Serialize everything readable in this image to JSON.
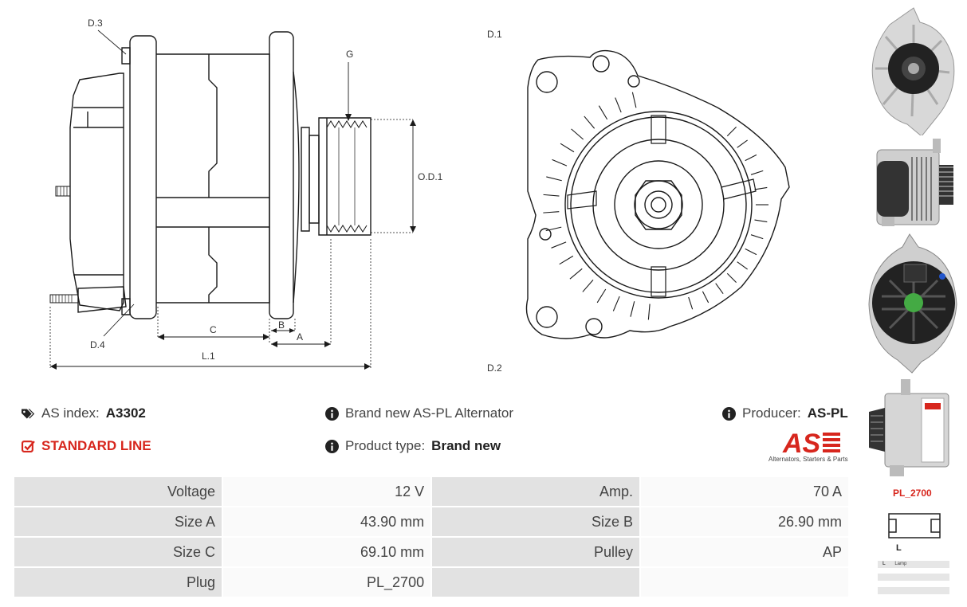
{
  "dimensions": {
    "d3": "D.3",
    "d1": "D.1",
    "d2": "D.2",
    "d4": "D.4",
    "g": "G",
    "od1": "O.D.1",
    "c": "C",
    "b": "B",
    "a": "A",
    "l1": "L.1"
  },
  "info": {
    "as_index_label": "AS index:",
    "as_index_value": "A3302",
    "line": "STANDARD LINE",
    "description": "Brand new AS-PL Alternator",
    "product_type_label": "Product type:",
    "product_type_value": "Brand new",
    "producer_label": "Producer:",
    "producer_value": "AS-PL"
  },
  "logo": {
    "mark": "AS",
    "tagline": "Alternators, Starters & Parts",
    "accent": "#d7261d"
  },
  "specs": [
    [
      {
        "label": "Voltage",
        "value": "12 V"
      },
      {
        "label": "Amp.",
        "value": "70 A"
      }
    ],
    [
      {
        "label": "Size A",
        "value": "43.90 mm"
      },
      {
        "label": "Size B",
        "value": "26.90 mm"
      }
    ],
    [
      {
        "label": "Size C",
        "value": "69.10 mm"
      },
      {
        "label": "Pulley",
        "value": "AP"
      }
    ],
    [
      {
        "label": "Plug",
        "value": "PL_2700"
      },
      {
        "label": "",
        "value": ""
      }
    ]
  ],
  "plug": {
    "name": "PL_2700",
    "pin": "L",
    "legend_pin": "L",
    "legend_text": "Lamp"
  }
}
